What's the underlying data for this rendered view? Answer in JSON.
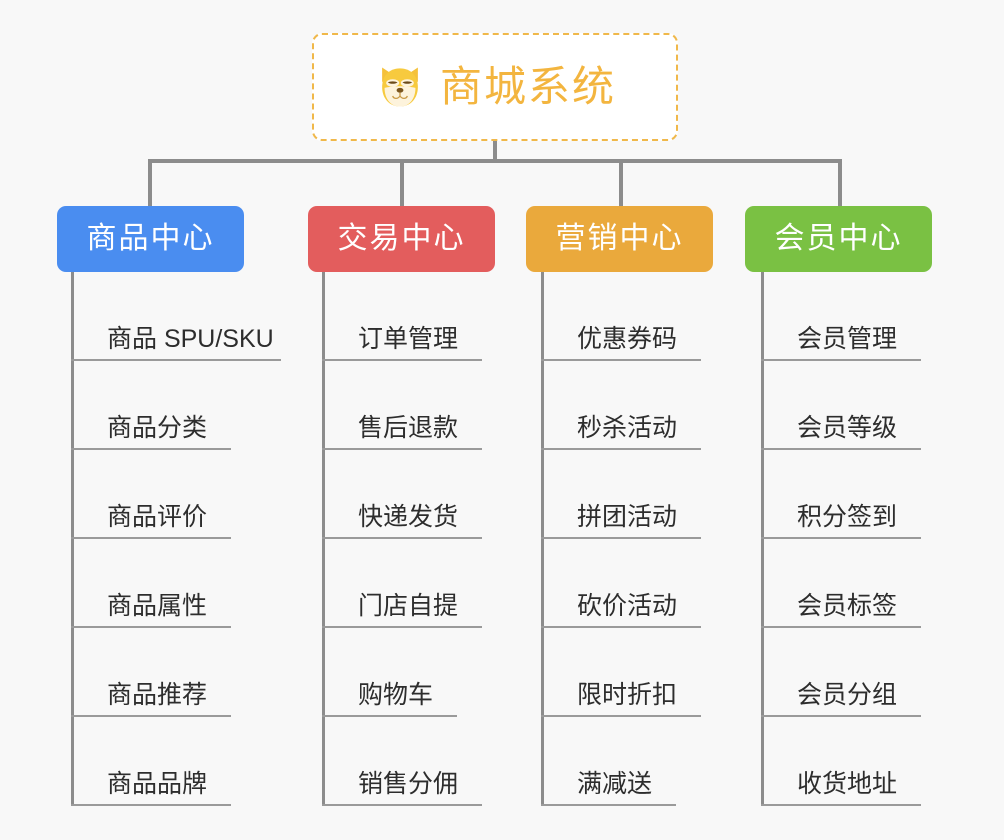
{
  "diagram": {
    "background_color": "#f8f8f8",
    "root": {
      "title": "商城系统",
      "icon": "shiba-dog-face-icon",
      "text_color": "#f3b53f",
      "border_color": "#f0b84a",
      "fill_color": "#ffffff"
    },
    "connector_color": "#8c8c8c",
    "columns": [
      {
        "label": "商品中心",
        "color": "#4a8df0",
        "items": [
          "商品 SPU/SKU",
          "商品分类",
          "商品评价",
          "商品属性",
          "商品推荐",
          "商品品牌"
        ]
      },
      {
        "label": "交易中心",
        "color": "#e35d5d",
        "items": [
          "订单管理",
          "售后退款",
          "快递发货",
          "门店自提",
          "购物车",
          "销售分佣"
        ]
      },
      {
        "label": "营销中心",
        "color": "#eaa93c",
        "items": [
          "优惠券码",
          "秒杀活动",
          "拼团活动",
          "砍价活动",
          "限时折扣",
          "满减送"
        ]
      },
      {
        "label": "会员中心",
        "color": "#7ac143",
        "items": [
          "会员管理",
          "会员等级",
          "积分签到",
          "会员标签",
          "会员分组",
          "收货地址"
        ]
      }
    ]
  }
}
